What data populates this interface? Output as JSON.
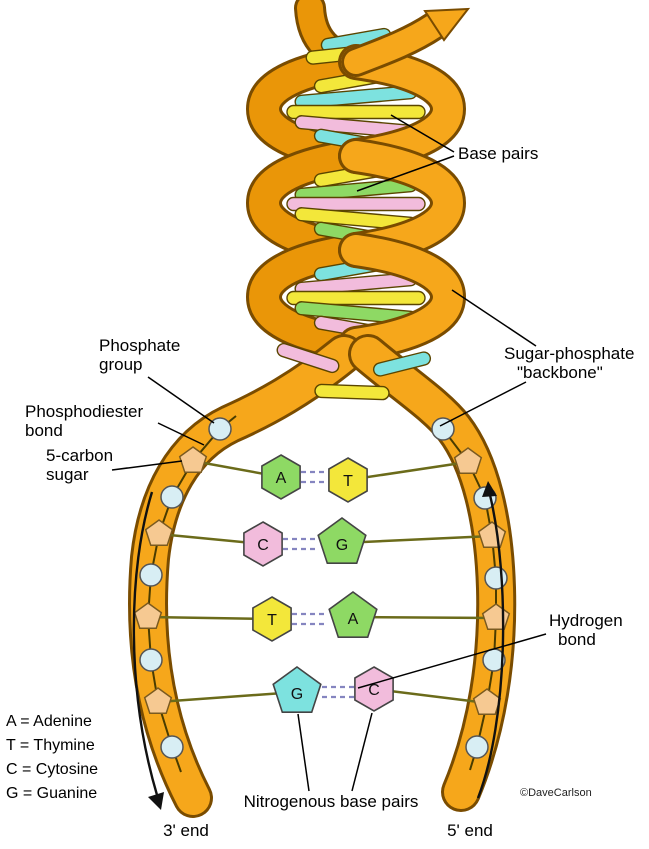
{
  "labels": {
    "base_pairs": "Base pairs",
    "phosphate_group": {
      "line1": "Phosphate",
      "line2": "group"
    },
    "phosphodiester_bond": {
      "line1": "Phosphodiester",
      "line2": "bond"
    },
    "five_carbon_sugar": {
      "line1": "5-carbon",
      "line2": "sugar"
    },
    "sugar_phosphate_backbone": {
      "line1": "Sugar-phosphate",
      "line2": "\"backbone\""
    },
    "hydrogen_bond": {
      "line1": "Hydrogen",
      "line2": "bond"
    },
    "nitrogenous_base_pairs": "Nitrogenous base pairs",
    "three_prime_end": "3' end",
    "five_prime_end": "5' end",
    "credit": "©DaveCarlson"
  },
  "legend": {
    "adenine": "A = Adenine",
    "thymine": "T = Thymine",
    "cytosine": "C = Cytosine",
    "guanine": "G = Guanine"
  },
  "ladder": {
    "rows": [
      {
        "left": "A",
        "right": "T",
        "left_color": "#8ed964",
        "right_color": "#f3e73a"
      },
      {
        "left": "C",
        "right": "G",
        "left_color": "#f2bcdc",
        "right_color": "#8ed964"
      },
      {
        "left": "T",
        "right": "A",
        "left_color": "#f3e73a",
        "right_color": "#8ed964"
      },
      {
        "left": "G",
        "right": "C",
        "left_color": "#7de2df",
        "right_color": "#f2bcdc"
      }
    ]
  },
  "colors": {
    "backbone": "#f6a71b",
    "backbone_back": "#ea9608",
    "backbone_outline": "#7a4c00",
    "sugar_pentagon": "#f6c992",
    "phosphate_circle": "#d8eef4",
    "adenine": "#8ed964",
    "thymine": "#f3e73a",
    "cytosine": "#f2bcdc",
    "guanine": "#7de2df",
    "hydrogen_bond_dash": "#8585c0"
  }
}
